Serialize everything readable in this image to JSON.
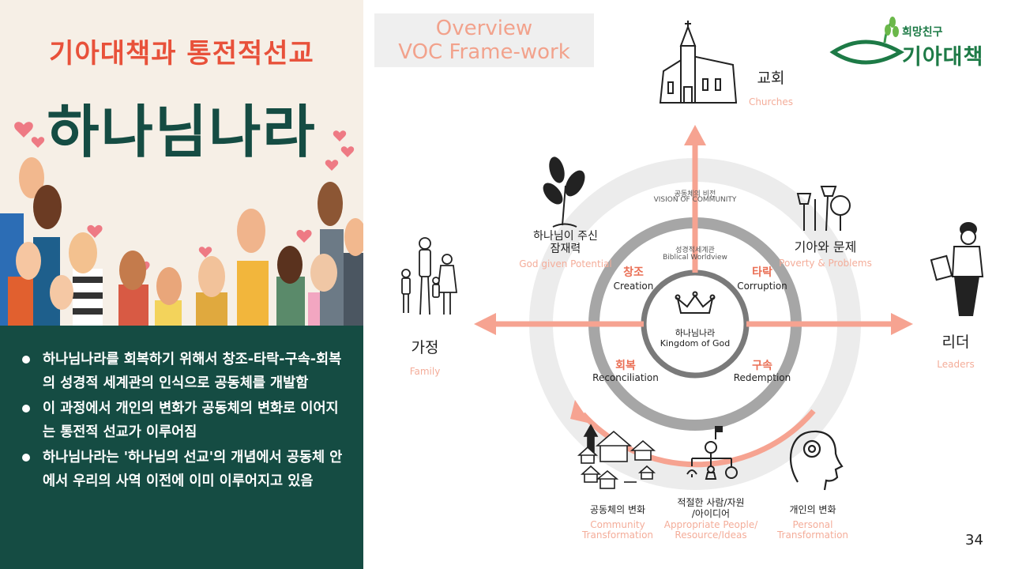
{
  "left_panel": {
    "subtitle": "기아대책과 통전적선교",
    "title": "하나님나라",
    "bullets": [
      "하나님나라를 회복하기 위해서 창조-타락-구속-회복의 성경적 세계관의 인식으로 공동체를 개발함",
      "이 과정에서 개인의 변화가 공동체의 변화로 이어지는 통전적 선교가 이루어짐",
      "하나님나라는 '하나님의 선교'의 개념에서 공동체 안에서 우리의 사역 이전에 이미 이루어지고 있음"
    ]
  },
  "overview": {
    "line1": "Overview",
    "line2": "VOC Frame-work"
  },
  "logo": {
    "small": "희망친구",
    "big": "기아대책"
  },
  "diagram": {
    "center": {
      "ko": "하나님나라",
      "en": "Kingdom of God"
    },
    "inner_ring": {
      "ko": "성경적세계관",
      "en": "Biblical Worldview"
    },
    "outer_ring": {
      "ko": "공동체의 비전",
      "en": "VISION OF COMMUNITY"
    },
    "quadrants": {
      "creation": {
        "ko": "창조",
        "en": "Creation"
      },
      "corruption": {
        "ko": "타락",
        "en": "Corruption"
      },
      "reconciliation": {
        "ko": "회복",
        "en": "Reconciliation"
      },
      "redemption": {
        "ko": "구속",
        "en": "Redemption"
      }
    },
    "nodes": {
      "churches": {
        "ko": "교회",
        "en": "Churches"
      },
      "family": {
        "ko": "가정",
        "en": "Family"
      },
      "leaders": {
        "ko": "리더",
        "en": "Leaders"
      },
      "god_given": {
        "ko_1": "하나님이 주신",
        "ko_2": "잠재력",
        "en": "God given Potential"
      },
      "poverty": {
        "ko": "기아와 문제",
        "en": "Poverty & Problems"
      },
      "community": {
        "ko": "공동체의 변화",
        "en_1": "Community",
        "en_2": "Transformation"
      },
      "appropriate": {
        "ko_1": "적절한 사람/자원",
        "ko_2": "/아이디어",
        "en_1": "Appropriate People/",
        "en_2": "Resource/Ideas"
      },
      "personal": {
        "ko": "개인의 변화",
        "en_1": "Personal",
        "en_2": "Transformation"
      }
    }
  },
  "page_number": "34",
  "colors": {
    "dark_green": "#154c43",
    "accent": "#e8513a",
    "logo_green": "#1d7a46",
    "arrow": "#f6a391",
    "ring_outer": "#ececec",
    "ring_inner": "#a6a6a6",
    "center_ring": "#7a7a7a"
  }
}
